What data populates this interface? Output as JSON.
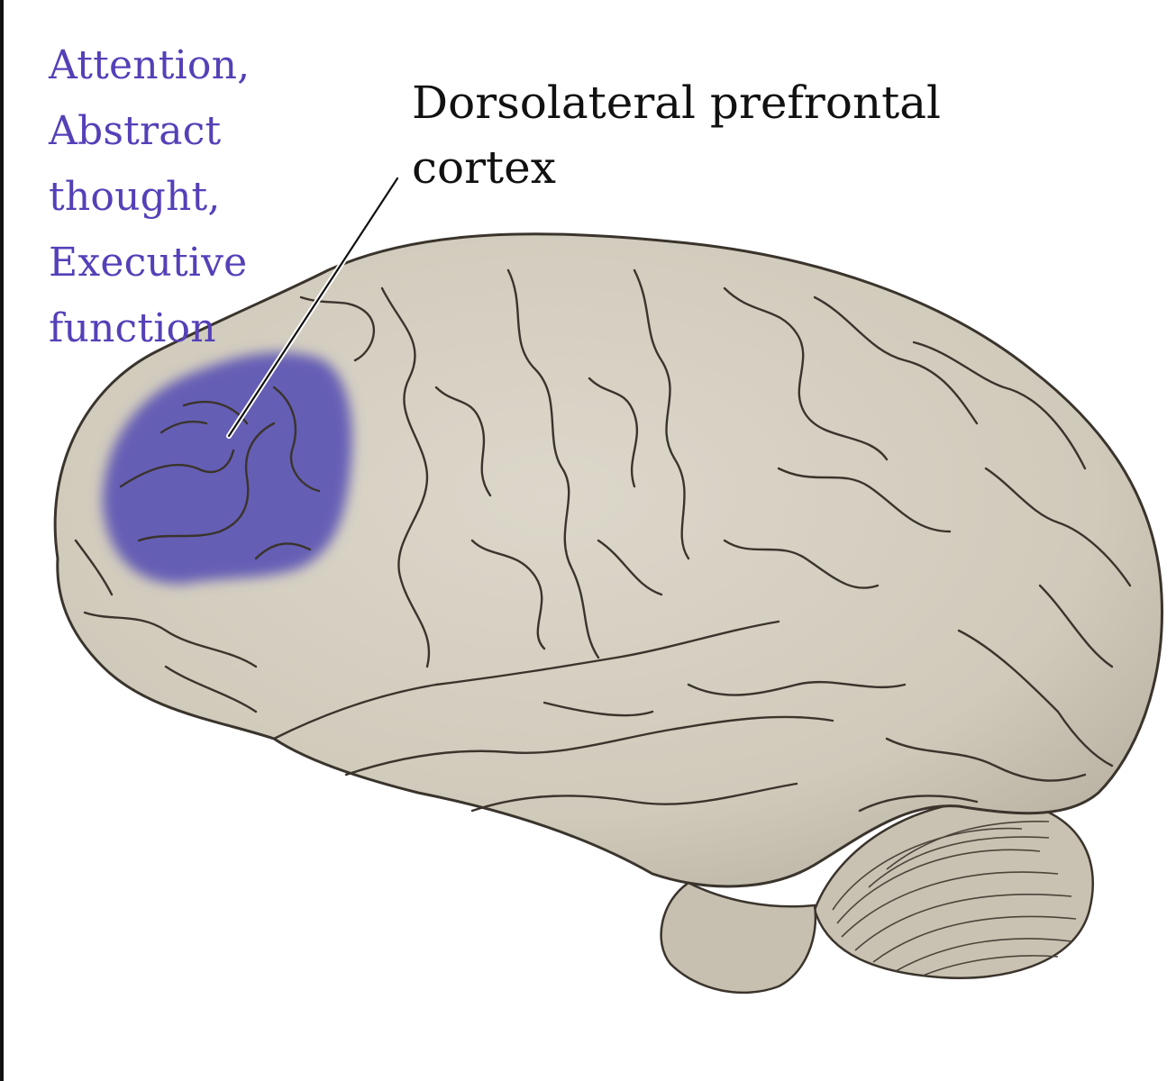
{
  "functions_label": {
    "lines": [
      "Attention,",
      "Abstract",
      "thought,",
      "Executive",
      "function"
    ]
  },
  "region_label": {
    "lines": [
      "Dorsolateral prefrontal",
      "cortex"
    ]
  },
  "colors": {
    "brain_fill": "#d3cdbf",
    "brain_outline": "#3a342c",
    "highlight": "#5c55b4",
    "function_text": "#5540b8",
    "label_text": "#111111"
  },
  "icons": {
    "brain": "brain-lateral-view-icon",
    "leader_line": "leader-line"
  }
}
